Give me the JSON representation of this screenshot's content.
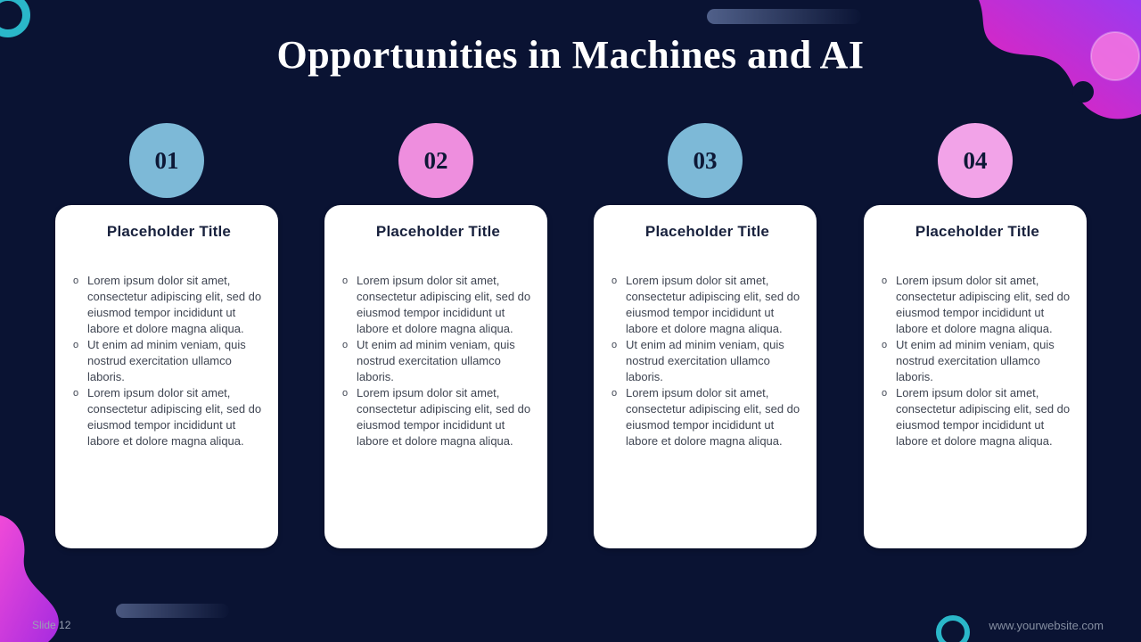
{
  "slide": {
    "title": "Opportunities in Machines and AI",
    "bullet_marker": "o"
  },
  "footer": {
    "slide_label": "Slide 12",
    "website": "www.yourwebsite.com"
  },
  "colors": {
    "background": "#0a1333",
    "accent_teal": "#2ab7c9",
    "blob_pink": "#ee1fb4",
    "blob_purple": "#9a3bf0",
    "badge_blue": "#7db9d7",
    "badge_pink": "#ee8ede"
  },
  "cards": [
    {
      "number": "01",
      "badge_color": "#7db9d7",
      "title": "Placeholder Title",
      "bullets": [
        "Lorem ipsum dolor sit amet, consectetur adipiscing elit, sed do eiusmod tempor incididunt ut labore et dolore magna aliqua.",
        "Ut enim ad minim veniam, quis nostrud exercitation ullamco laboris.",
        "Lorem ipsum dolor sit amet, consectetur adipiscing elit, sed do eiusmod tempor incididunt ut labore et dolore magna aliqua."
      ]
    },
    {
      "number": "02",
      "badge_color": "#ee8ede",
      "title": "Placeholder Title",
      "bullets": [
        "Lorem ipsum dolor sit amet, consectetur adipiscing elit, sed do eiusmod tempor incididunt ut labore et dolore magna aliqua.",
        "Ut enim ad minim veniam, quis nostrud exercitation ullamco laboris.",
        "Lorem ipsum dolor sit amet, consectetur adipiscing elit, sed do eiusmod tempor incididunt ut labore et dolore magna aliqua."
      ]
    },
    {
      "number": "03",
      "badge_color": "#7db9d7",
      "title": "Placeholder Title",
      "bullets": [
        "Lorem ipsum dolor sit amet, consectetur adipiscing elit, sed do eiusmod tempor incididunt ut labore et dolore magna aliqua.",
        "Ut enim ad minim veniam, quis nostrud exercitation ullamco laboris.",
        "Lorem ipsum dolor sit amet, consectetur adipiscing elit, sed do eiusmod tempor incididunt ut labore et dolore magna aliqua."
      ]
    },
    {
      "number": "04",
      "badge_color": "#f2a3e8",
      "title": "Placeholder Title",
      "bullets": [
        "Lorem ipsum dolor sit amet, consectetur adipiscing elit, sed do eiusmod tempor incididunt ut labore et dolore magna aliqua.",
        "Ut enim ad minim veniam, quis nostrud exercitation ullamco laboris.",
        "Lorem ipsum dolor sit amet, consectetur adipiscing elit, sed do eiusmod tempor incididunt ut labore et dolore magna aliqua."
      ]
    }
  ]
}
